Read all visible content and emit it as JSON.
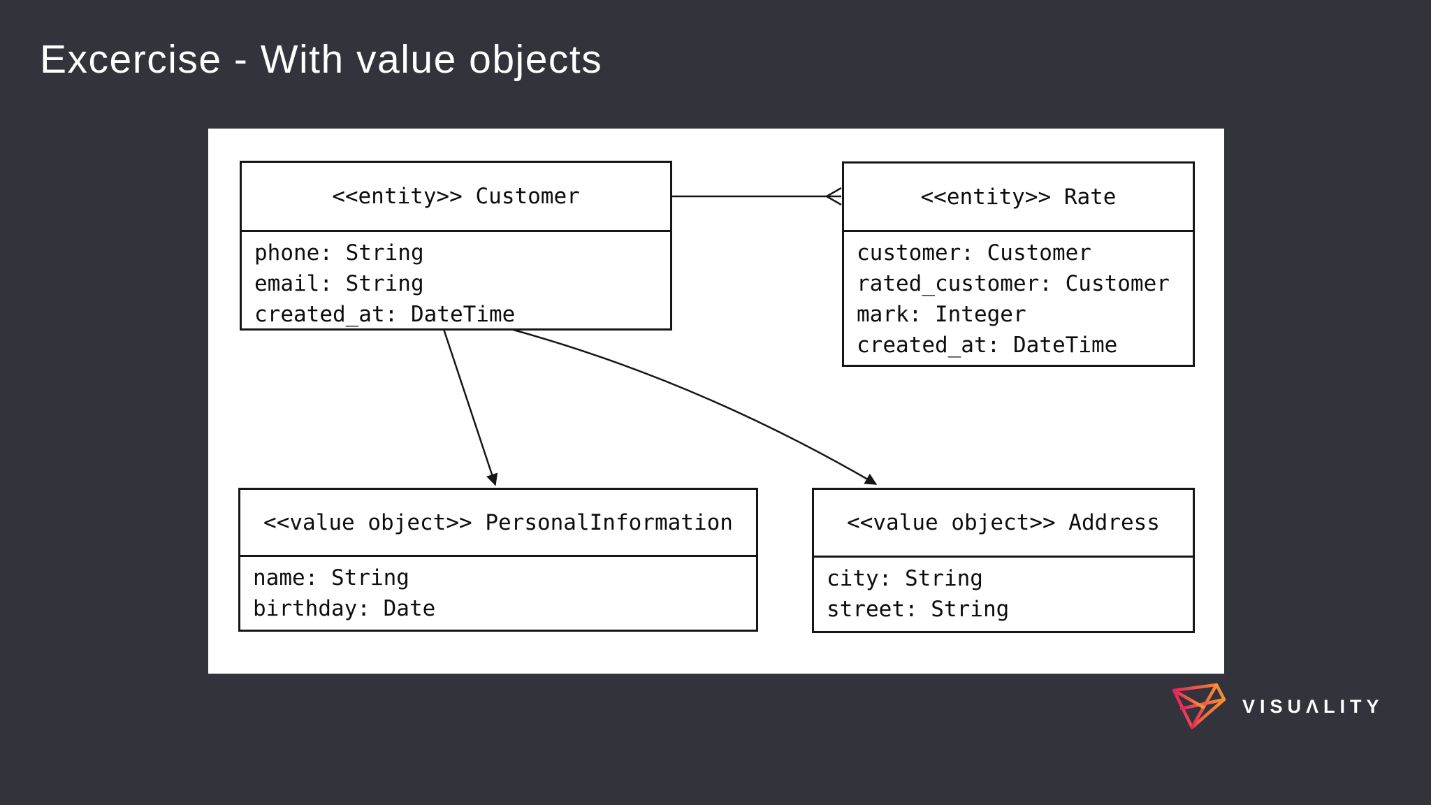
{
  "slide": {
    "title": "Excercise - With value objects",
    "background_color": "#33333B",
    "canvas_color": "#FFFFFF"
  },
  "diagram": {
    "line_color": "#161616",
    "classes": [
      {
        "key": "customer",
        "stereotype": "entity",
        "name": "Customer",
        "title": "<<entity>> Customer",
        "attributes": [
          "phone: String",
          "email: String",
          "created_at: DateTime"
        ]
      },
      {
        "key": "rate",
        "stereotype": "entity",
        "name": "Rate",
        "title": "<<entity>> Rate",
        "attributes": [
          "customer: Customer",
          "rated_customer: Customer",
          "mark: Integer",
          "created_at: DateTime"
        ]
      },
      {
        "key": "personal-information",
        "stereotype": "value object",
        "name": "PersonalInformation",
        "title": "<<value object>> PersonalInformation",
        "attributes": [
          "name: String",
          "birthday: Date"
        ]
      },
      {
        "key": "address",
        "stereotype": "value object",
        "name": "Address",
        "title": "<<value object>> Address",
        "attributes": [
          "city: String",
          "street: String"
        ]
      }
    ],
    "relations": [
      {
        "from": "Customer",
        "to": "Rate",
        "arrowhead": "open",
        "arrowhead_at": "Rate"
      },
      {
        "from": "Customer",
        "to": "PersonalInformation",
        "arrowhead": "filled",
        "arrowhead_at": "PersonalInformation"
      },
      {
        "from": "Customer",
        "to": "Address",
        "arrowhead": "filled",
        "arrowhead_at": "Address"
      }
    ]
  },
  "branding": {
    "logo_text": "VISUALITY",
    "logo_text_display": "VISUΛLITY",
    "logo_gradient_start": "#E5245E",
    "logo_gradient_end": "#F79433",
    "text_color": "#FFFFFF"
  }
}
